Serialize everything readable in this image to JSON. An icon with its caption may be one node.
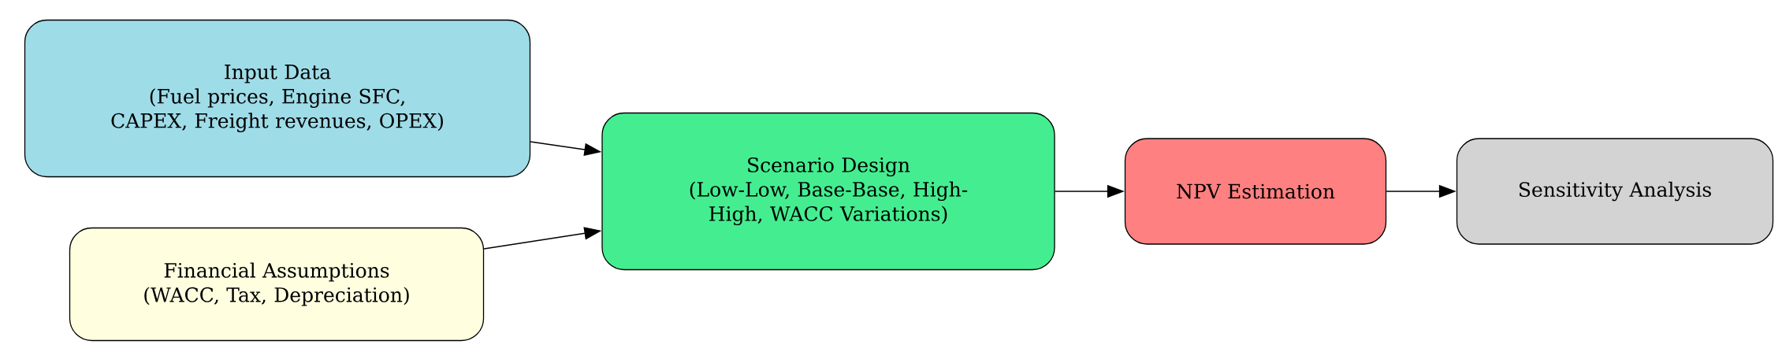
{
  "diagram": {
    "nodes": [
      {
        "text": [
          "Input Data",
          "(Fuel prices, Engine SFC, CAPEX, Freight revenues, OPEX)"
        ]
      },
      {
        "text": [
          "Financial Assumptions",
          "(WACC, Tax, Depreciation)"
        ]
      },
      {
        "text": [
          "Scenario Design",
          "(Low-Low, Base-Base, High-High, WACC Variations)"
        ]
      },
      {
        "text": [
          "NPV Estimation"
        ]
      },
      {
        "text": [
          "Sensitivity Analysis"
        ]
      }
    ],
    "edges": [
      {
        "from": 0,
        "to": 2,
        "arrow": "to"
      },
      {
        "from": 1,
        "to": 2,
        "arrow": "to"
      },
      {
        "from": 2,
        "to": 3,
        "arrow": "to"
      },
      {
        "from": 3,
        "to": 4,
        "arrow": "to"
      }
    ]
  }
}
